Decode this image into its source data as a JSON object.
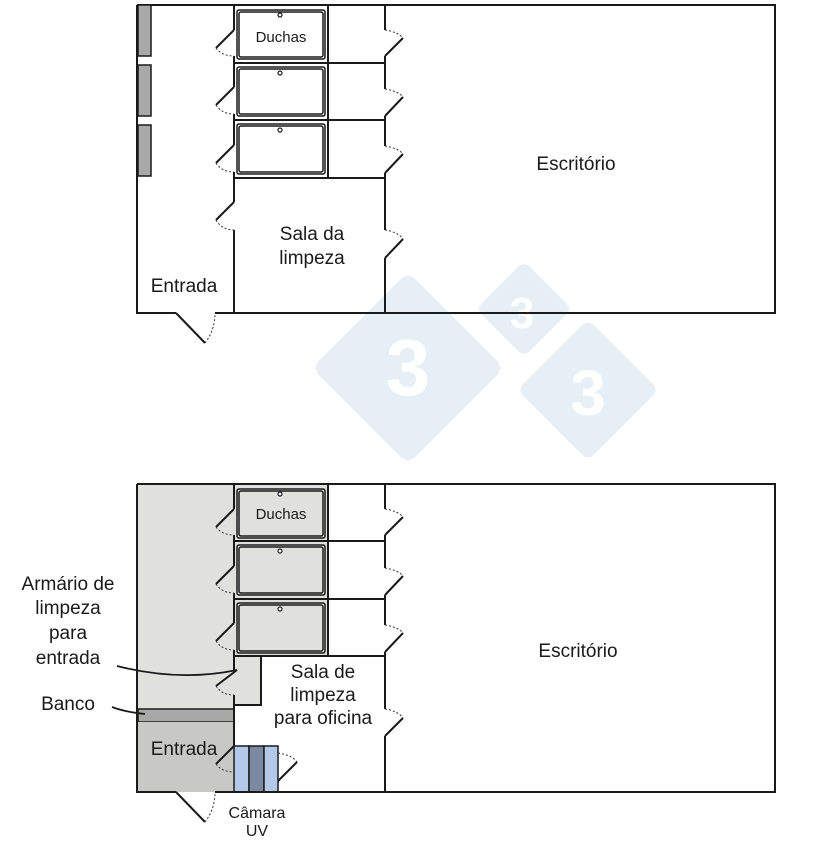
{
  "colors": {
    "wall": "#1a1a1a",
    "clean_zone": "#e0e0dd",
    "entry_zone": "#c8c8c6",
    "bench": "#a8a8a6",
    "locker": "#a9a9a9",
    "uv_light": "#b4c8ea",
    "uv_dark": "#7b8aa0",
    "watermark": "#e6eef6"
  },
  "watermark": {
    "glyph": "3"
  },
  "plan_before": {
    "rooms": {
      "showers": "Duchas",
      "office": "Escritório",
      "cleaning_room_line1": "Sala da",
      "cleaning_room_line2": "limpeza",
      "entrance": "Entrada"
    }
  },
  "plan_after": {
    "rooms": {
      "showers": "Duchas",
      "office": "Escritório",
      "cleaning_room_line1": "Sala de",
      "cleaning_room_line2": "limpeza",
      "cleaning_room_line3": "para oficina",
      "entrance": "Entrada",
      "uv_line1": "Câmara",
      "uv_line2": "UV"
    },
    "callouts": {
      "cabinet_line1": "Armário de",
      "cabinet_line2": "limpeza",
      "cabinet_line3": "para",
      "cabinet_line4": "entrada",
      "bench": "Banco"
    }
  }
}
